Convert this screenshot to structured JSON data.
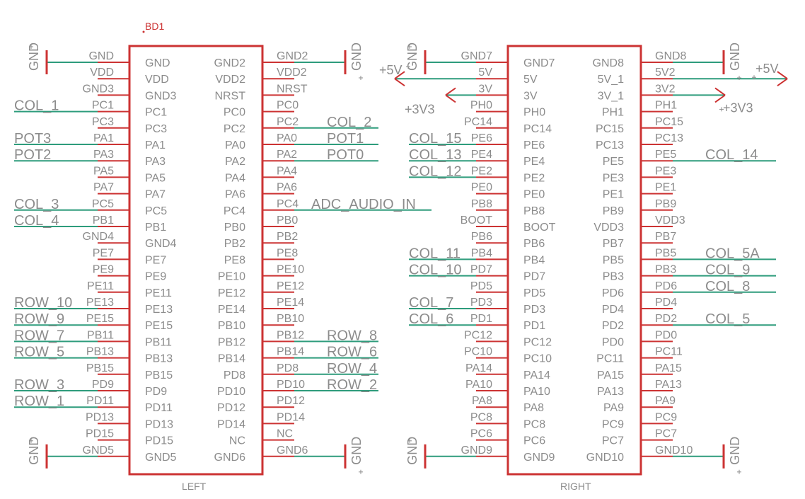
{
  "designator": "BD1",
  "colors": {
    "body": "#cc3333",
    "wire": "#2e9c7c",
    "text": "#8c8c8c",
    "net": "#8c8c8c"
  },
  "headers": [
    {
      "id": "left",
      "label": "LEFT",
      "rows": [
        {
          "l": "GND",
          "r": "GND2",
          "lp": "GND",
          "rp": "GND2",
          "lsym": "gnd",
          "rsym": "gnd"
        },
        {
          "l": "VDD",
          "r": "VDD2",
          "lp": "VDD",
          "rp": "VDD2"
        },
        {
          "l": "GND3",
          "r": "NRST",
          "lp": "GND3",
          "rp": "NRST"
        },
        {
          "l": "PC1",
          "r": "PC0",
          "lp": "PC1",
          "rp": "PC0",
          "lnet": "COL_1"
        },
        {
          "l": "PC3",
          "r": "PC2",
          "lp": "PC3",
          "rp": "PC2",
          "rnet": "COL_2"
        },
        {
          "l": "PA1",
          "r": "PA0",
          "lp": "PA1",
          "rp": "PA0",
          "lnet": "POT3",
          "rnet": "POT1"
        },
        {
          "l": "PA3",
          "r": "PA2",
          "lp": "PA3",
          "rp": "PA2",
          "lnet": "POT2",
          "rnet": "POT0"
        },
        {
          "l": "PA5",
          "r": "PA4",
          "lp": "PA5",
          "rp": "PA4"
        },
        {
          "l": "PA7",
          "r": "PA6",
          "lp": "PA7",
          "rp": "PA6"
        },
        {
          "l": "PC5",
          "r": "PC4",
          "lp": "PC5",
          "rp": "PC4",
          "lnet": "COL_3",
          "rnet": "ADC_AUDIO_IN"
        },
        {
          "l": "PB1",
          "r": "PB0",
          "lp": "PB1",
          "rp": "PB0",
          "lnet": "COL_4"
        },
        {
          "l": "GND4",
          "r": "PB2",
          "lp": "GND4",
          "rp": "PB2"
        },
        {
          "l": "PE7",
          "r": "PE8",
          "lp": "PE7",
          "rp": "PE8"
        },
        {
          "l": "PE9",
          "r": "PE10",
          "lp": "PE9",
          "rp": "PE10"
        },
        {
          "l": "PE11",
          "r": "PE12",
          "lp": "PE11",
          "rp": "PE12"
        },
        {
          "l": "PE13",
          "r": "PE14",
          "lp": "PE13",
          "rp": "PE14",
          "lnet": "ROW_10"
        },
        {
          "l": "PE15",
          "r": "PB10",
          "lp": "PE15",
          "rp": "PB10",
          "lnet": "ROW_9"
        },
        {
          "l": "PB11",
          "r": "PB12",
          "lp": "PB11",
          "rp": "PB12",
          "lnet": "ROW_7",
          "rnet": "ROW_8"
        },
        {
          "l": "PB13",
          "r": "PB14",
          "lp": "PB13",
          "rp": "PB14",
          "lnet": "ROW_5",
          "rnet": "ROW_6"
        },
        {
          "l": "PB15",
          "r": "PD8",
          "lp": "PB15",
          "rp": "PD8",
          "rnet": "ROW_4"
        },
        {
          "l": "PD9",
          "r": "PD10",
          "lp": "PD9",
          "rp": "PD10",
          "lnet": "ROW_3",
          "rnet": "ROW_2"
        },
        {
          "l": "PD11",
          "r": "PD12",
          "lp": "PD11",
          "rp": "PD12",
          "lnet": "ROW_1"
        },
        {
          "l": "PD13",
          "r": "PD14",
          "lp": "PD13",
          "rp": "PD14"
        },
        {
          "l": "PD15",
          "r": "NC",
          "lp": "PD15",
          "rp": "NC"
        },
        {
          "l": "GND5",
          "r": "GND6",
          "lp": "GND5",
          "rp": "GND6",
          "lsym": "gnd",
          "rsym": "gnd"
        }
      ]
    },
    {
      "id": "right",
      "label": "RIGHT",
      "rows": [
        {
          "l": "GND7",
          "r": "GND8",
          "lp": "GND7",
          "rp": "GND8",
          "lsym": "gnd",
          "rsym": "gnd"
        },
        {
          "l": "5V",
          "r": "5V_1",
          "lp": "5V",
          "rp": "5V2",
          "lsym": "p5v",
          "rsym": "p5v"
        },
        {
          "l": "3V",
          "r": "3V_1",
          "lp": "3V",
          "rp": "3V2",
          "lsym": "p3v3",
          "rsym": "p3v3"
        },
        {
          "l": "PH0",
          "r": "PH1",
          "lp": "PH0",
          "rp": "PH1"
        },
        {
          "l": "PC14",
          "r": "PC15",
          "lp": "PC14",
          "rp": "PC15"
        },
        {
          "l": "PE6",
          "r": "PC13",
          "lp": "PE6",
          "rp": "PC13",
          "lnet": "COL_15"
        },
        {
          "l": "PE4",
          "r": "PE5",
          "lp": "PE4",
          "rp": "PE5",
          "lnet": "COL_13",
          "rnet": "COL_14"
        },
        {
          "l": "PE2",
          "r": "PE3",
          "lp": "PE2",
          "rp": "PE3",
          "lnet": "COL_12"
        },
        {
          "l": "PE0",
          "r": "PE1",
          "lp": "PE0",
          "rp": "PE1"
        },
        {
          "l": "PB8",
          "r": "PB9",
          "lp": "PB8",
          "rp": "PB9"
        },
        {
          "l": "BOOT",
          "r": "VDD3",
          "lp": "BOOT",
          "rp": "VDD3"
        },
        {
          "l": "PB6",
          "r": "PB7",
          "lp": "PB6",
          "rp": "PB7"
        },
        {
          "l": "PB4",
          "r": "PB5",
          "lp": "PB4",
          "rp": "PB5",
          "lnet": "COL_11",
          "rnet": "COL_5A"
        },
        {
          "l": "PD7",
          "r": "PB3",
          "lp": "PD7",
          "rp": "PB3",
          "lnet": "COL_10",
          "rnet": "COL_9"
        },
        {
          "l": "PD5",
          "r": "PD6",
          "lp": "PD5",
          "rp": "PD6",
          "rnet": "COL_8"
        },
        {
          "l": "PD3",
          "r": "PD4",
          "lp": "PD3",
          "rp": "PD4",
          "lnet": "COL_7"
        },
        {
          "l": "PD1",
          "r": "PD2",
          "lp": "PD1",
          "rp": "PD2",
          "lnet": "COL_6",
          "rnet": "COL_5"
        },
        {
          "l": "PC12",
          "r": "PD0",
          "lp": "PC12",
          "rp": "PD0"
        },
        {
          "l": "PC10",
          "r": "PC11",
          "lp": "PC10",
          "rp": "PC11"
        },
        {
          "l": "PA14",
          "r": "PA15",
          "lp": "PA14",
          "rp": "PA15"
        },
        {
          "l": "PA10",
          "r": "PA13",
          "lp": "PA10",
          "rp": "PA13"
        },
        {
          "l": "PA8",
          "r": "PA9",
          "lp": "PA8",
          "rp": "PA9"
        },
        {
          "l": "PC8",
          "r": "PC9",
          "lp": "PC8",
          "rp": "PC9"
        },
        {
          "l": "PC6",
          "r": "PC7",
          "lp": "PC6",
          "rp": "PC7"
        },
        {
          "l": "GND9",
          "r": "GND10",
          "lp": "GND9",
          "rp": "GND10",
          "lsym": "gnd",
          "rsym": "gnd"
        }
      ]
    }
  ],
  "symbols": {
    "gnd": "GND",
    "p5v": "+5V",
    "p3v3": "+3V3"
  }
}
